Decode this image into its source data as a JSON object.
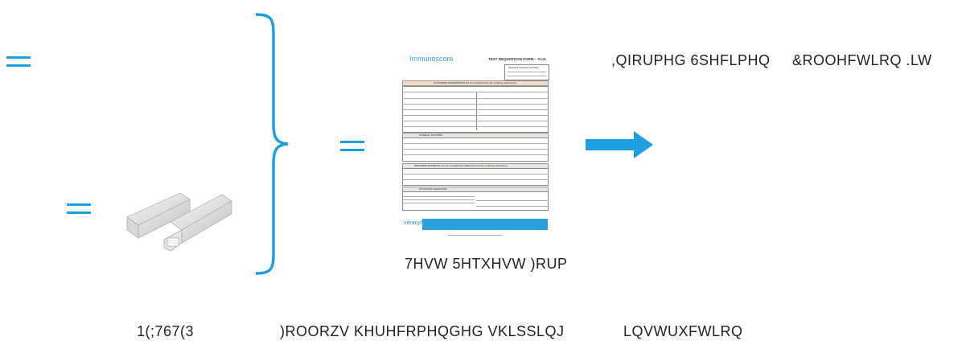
{
  "labels": {
    "form": "7HVW 5HTXHVW )RUP",
    "specimen_header": ",QIRUPHG 6SHFLPHQ",
    "collection_header": "&ROOHFWLRQ .LW",
    "bottom_left": "1(;767(3",
    "bottom_mid": ")ROORZV KHUHFRPHQGHG VKLSSLQJ",
    "bottom_right": "LQVWUXFWLRQ"
  },
  "form_doc": {
    "brand": "Immunoscore",
    "title": "TEST REQUISITION FORM – CLIA",
    "internal_box": "Veracyte Internal Use Only",
    "section_customer": "CUSTOMER INFORMATION (To be completed by the ordering physician)",
    "section_specimen": "SPECIMEN RETRIEVAL (To be completed if different from the ordering physician)",
    "section_clinical": "CLINICAL FACTORS",
    "section_physician": "PHYSICIAN SIGNATURE",
    "footer_brand": "veracyte"
  },
  "colors": {
    "accent": "#1ea0e0",
    "footer": "#2aa0dc"
  },
  "icons": [
    "equals-icon",
    "brace-icon",
    "arrow-right-icon",
    "slide-box-image"
  ]
}
